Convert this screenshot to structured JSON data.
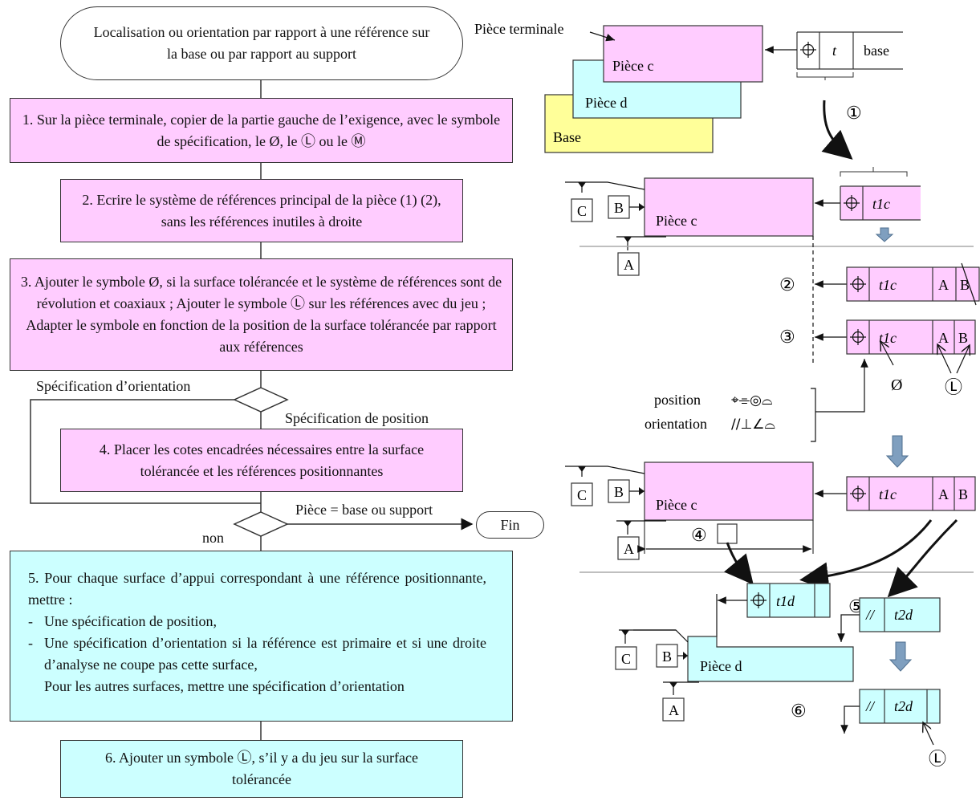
{
  "flowchart": {
    "start": "Localisation ou orientation par rapport à une référence sur la base ou par rapport au support",
    "step1": "1. Sur la pièce terminale, copier de la partie gauche de l’exigence, avec le symbole de spécification, le Ø, le Ⓛ ou le Ⓜ",
    "step2": "2. Ecrire le système de références principal de la pièce (1) (2), sans les références inutiles à droite",
    "step3": "3. Ajouter le symbole Ø, si la surface tolérancée et le système de références sont de révolution et coaxiaux ; Ajouter le symbole Ⓛ sur les références avec du jeu ; Adapter le symbole en fonction de la position de la surface tolérancée par rapport aux références",
    "decision1_left": "Spécification d’orientation",
    "decision1_bottom": "Spécification de position",
    "step4": "4. Placer les cotes encadrées nécessaires entre la surface tolérancée et les références positionnantes",
    "decision2_right": "Pièce = base ou support",
    "decision2_bottom": "non",
    "end": "Fin",
    "step5_intro": "5. Pour chaque surface d’appui correspondant à une référence positionnante, mettre :",
    "step5_items": [
      "Une spécification de position,",
      "Une spécification d’orientation si la référence est primaire et si une droite d’analyse ne coupe pas cette surface,"
    ],
    "step5_outro": "Pour les autres surfaces, mettre une spécification d’orientation",
    "step6": "6. Ajouter un symbole Ⓛ, s’il y a du jeu sur la surface tolérancée"
  },
  "illustration": {
    "piece_terminale": "Pièce terminale",
    "piece_c": "Pièce c",
    "piece_d": "Pièce d",
    "base": "Base",
    "base_ref": "base",
    "tol_t": "t",
    "tol_t1c": "t1c",
    "tol_t1d": "t1d",
    "tol_t2d": "t2d",
    "ref_a": "A",
    "ref_b": "B",
    "ref_c": "C",
    "diameter": "Ø",
    "least_material": "Ⓛ",
    "step_nums": [
      "①",
      "②",
      "③",
      "④",
      "⑤",
      "⑥"
    ],
    "position_label": "position",
    "orientation_label": "orientation",
    "position_symbols": "⌖⌯◎⌓",
    "orientation_symbols": "//⊥∠⌓",
    "position_symbol": "⌖",
    "parallel_symbol": "//"
  },
  "colors": {
    "pink": "#ffccff",
    "cyan": "#ccffff",
    "yellow": "#ffff99",
    "arrow_blue": "#7f9fbf"
  }
}
